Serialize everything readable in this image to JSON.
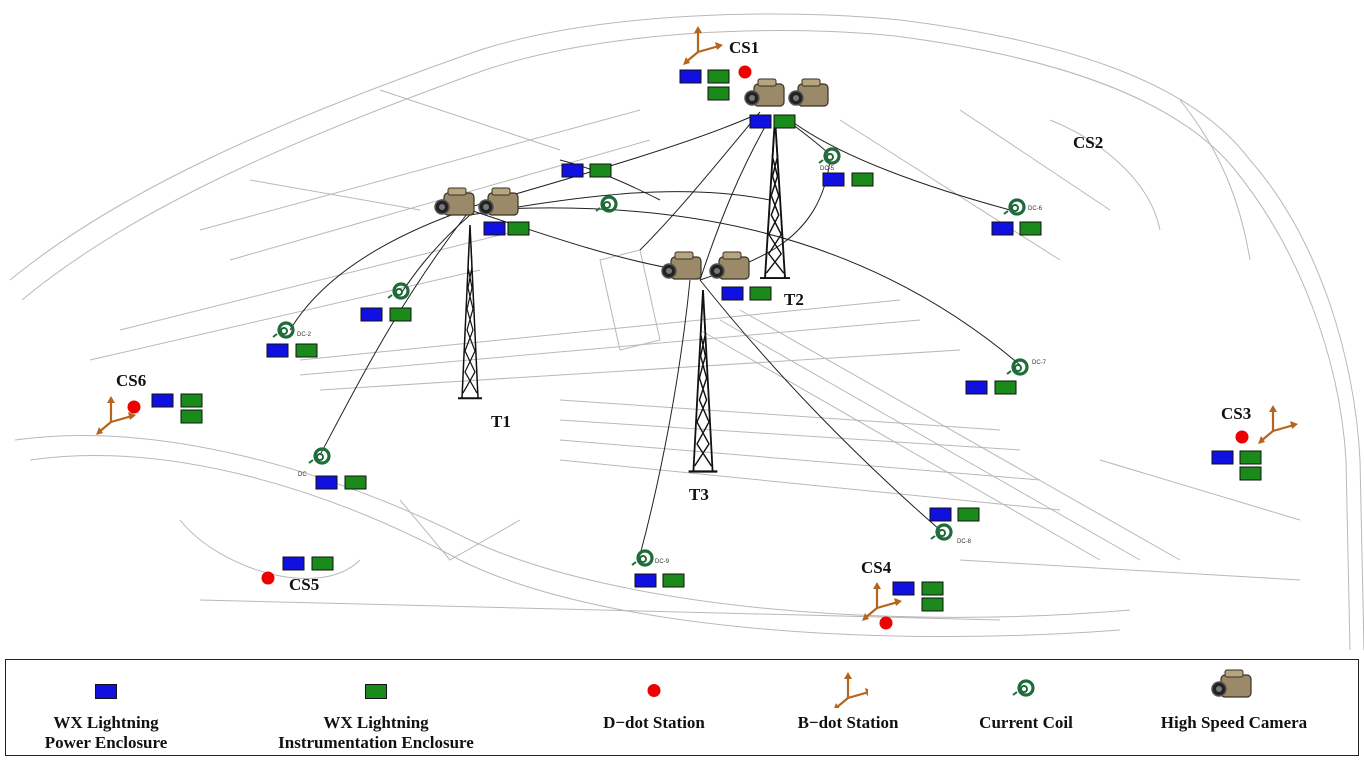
{
  "colors": {
    "power_enclosure": "#1010e0",
    "instrumentation_enclosure": "#1a8a1a",
    "ddot_station": "#ee0000",
    "bdot_arrow": "#b5651d",
    "current_coil": "#1f6b3a",
    "camera_body": "#9a8a6a",
    "map_lines": "#b8b8b8",
    "cables": "#222222"
  },
  "sites": {
    "cs1": "CS1",
    "cs2": "CS2",
    "cs3": "CS3",
    "cs4": "CS4",
    "cs5": "CS5",
    "cs6": "CS6"
  },
  "towers": {
    "t1": "T1",
    "t2": "T2",
    "t3": "T3"
  },
  "coil_labels": {
    "dc2": "DC-2",
    "dc5": "DC-5",
    "dc6": "DC-6",
    "dc7": "DC-7",
    "dc8": "DC-8",
    "dc9": "DC-9",
    "dc_a": "DC"
  },
  "legend": {
    "power": [
      "WX Lightning",
      "Power Enclosure"
    ],
    "instrumentation": [
      "WX Lightning",
      "Instrumentation Enclosure"
    ],
    "ddot": "D−dot Station",
    "bdot": "B−dot Station",
    "coil": "Current Coil",
    "camera": "High Speed Camera"
  },
  "icons": {
    "camera": "video-camera-icon",
    "coil": "current-coil-icon",
    "bdot": "axes-arrows-icon",
    "ddot": "red-dot-icon",
    "tower": "lattice-tower-icon"
  }
}
